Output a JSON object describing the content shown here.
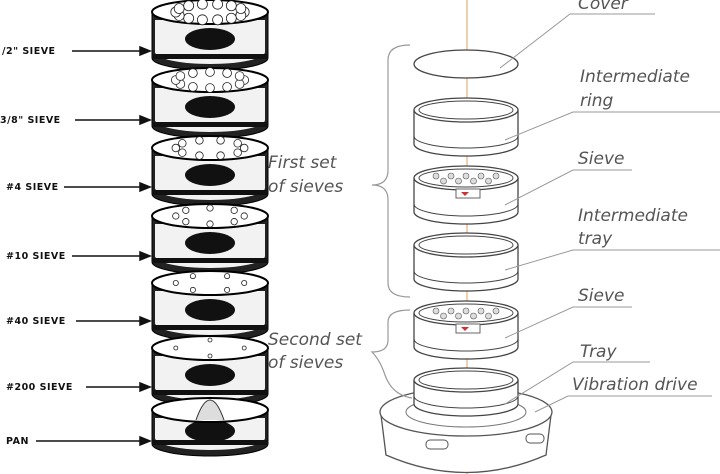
{
  "left_diagram": {
    "labels": [
      "/2\" SIEVE",
      "3/8\" SIEVE",
      "#4 SIEVE",
      "#10 SIEVE",
      "#40 SIEVE",
      "#200 SIEVE",
      "PAN"
    ]
  },
  "right_diagram": {
    "groups": {
      "first": [
        "First set",
        "of sieves"
      ],
      "second": [
        "Second set",
        "of sieves"
      ]
    },
    "parts": {
      "cover": [
        "Cover"
      ],
      "ring": [
        "Intermediate",
        "ring"
      ],
      "sieve1": [
        "Sieve"
      ],
      "itray": [
        "Intermediate",
        "tray"
      ],
      "sieve2": [
        "Sieve"
      ],
      "tray": [
        "Tray"
      ],
      "drive": [
        "Vibration drive"
      ]
    },
    "axis_line_color": "#e0a060"
  }
}
